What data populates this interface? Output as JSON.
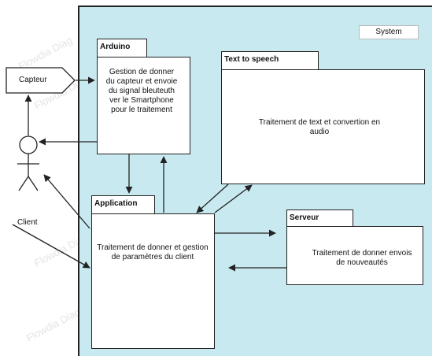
{
  "system": {
    "label": "System"
  },
  "capteur": {
    "label": "Capteur"
  },
  "actor": {
    "label": "Client"
  },
  "arduino": {
    "title": "Arduino",
    "text": "Gestion de donner du capteur et envoie du signal bleuteuth ver le Smartphone pour le traitement"
  },
  "tts": {
    "title": "Text to speech",
    "text": "Traitement de text et convertion en audio"
  },
  "application": {
    "title": "Application",
    "text": "Traitement de donner et gestion de paramètres du client"
  },
  "serveur": {
    "title": "Serveur",
    "text": "Traitement de donner envois de nouveautés"
  },
  "colors": {
    "system_fill": "#c7e9ef",
    "stroke": "#222222",
    "box_fill": "#ffffff"
  }
}
